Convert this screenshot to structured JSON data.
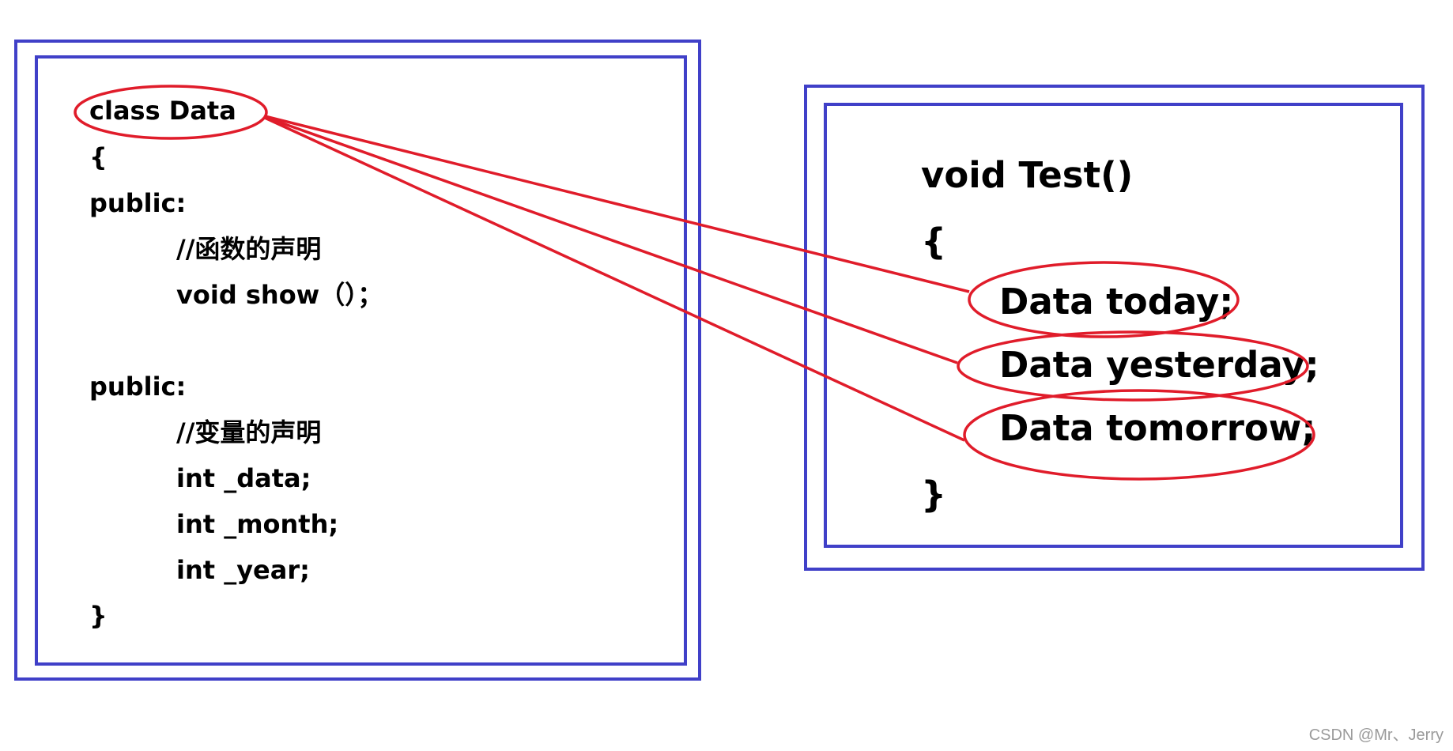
{
  "class_code": {
    "class_decl": "class Data",
    "open_brace": "{",
    "public_1": "public:",
    "comment_functions": "//函数的声明",
    "method_show": "void show（）；",
    "public_2": "public:",
    "comment_variables": "//变量的声明",
    "member_data": "int _data;",
    "member_month": "int _month;",
    "member_year": "int _year;",
    "close_brace": "}"
  },
  "test_code": {
    "signature": "void Test()",
    "open_brace": "{",
    "obj_today": "Data today;",
    "obj_yesterday": "Data yesterday;",
    "obj_tomorrow": "Data tomorrow;",
    "close_brace": "}"
  },
  "watermark": "CSDN @Mr、Jerry",
  "colors": {
    "frame": "#4040c8",
    "highlight": "#e01c2a",
    "text": "#000000"
  }
}
